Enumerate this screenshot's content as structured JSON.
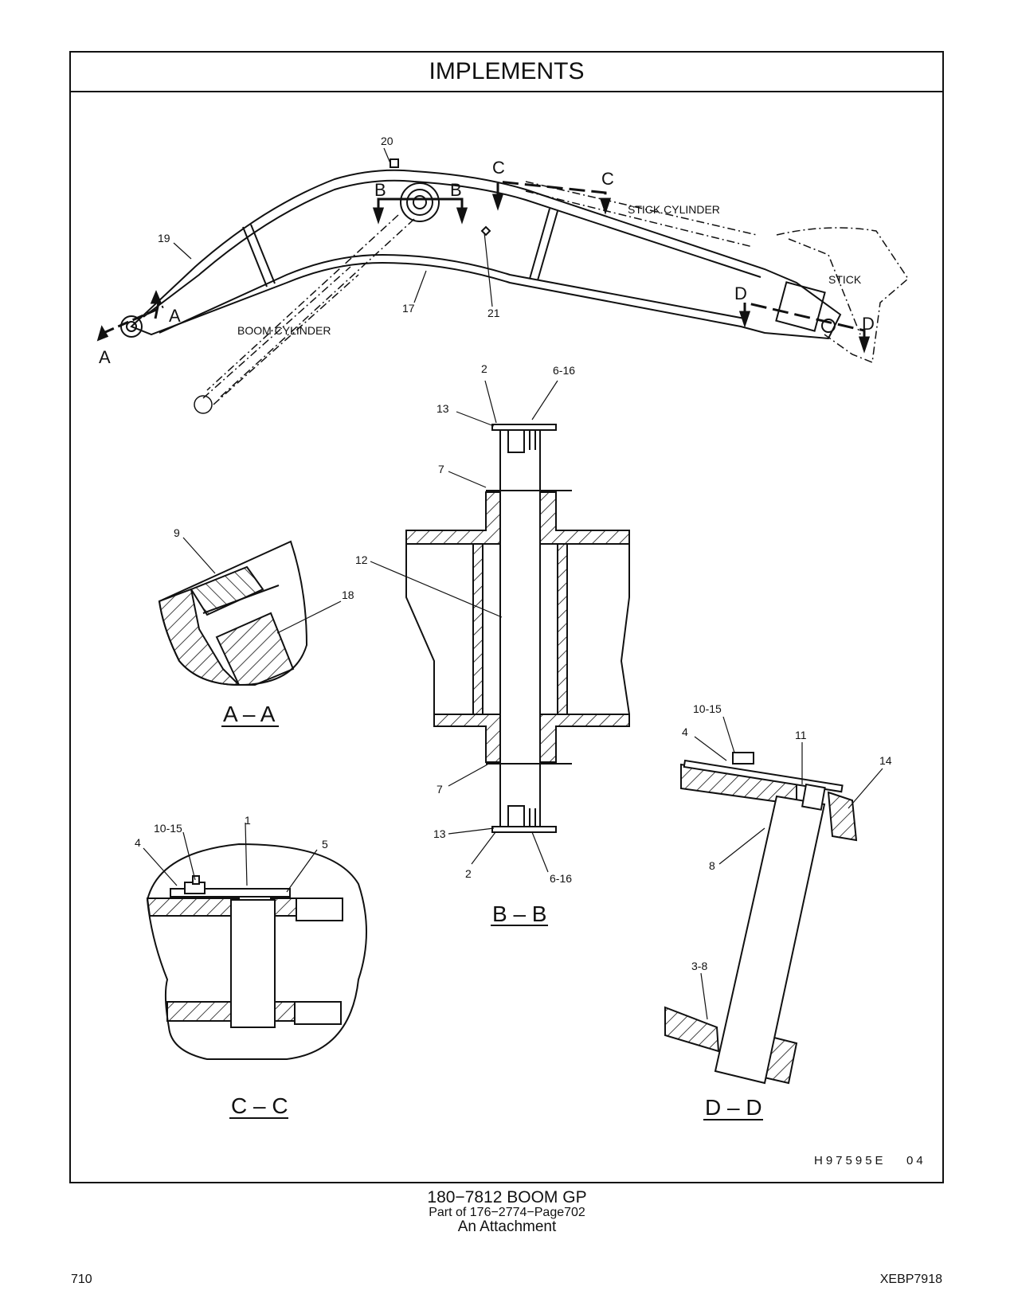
{
  "header": {
    "title": "IMPLEMENTS"
  },
  "callouts": {
    "c20": "20",
    "c19": "19",
    "c17": "17",
    "c21": "21",
    "a_left": "A",
    "a_right": "A",
    "b_left": "B",
    "b_right": "B",
    "c_left": "C",
    "c_right": "C",
    "d_left": "D",
    "d_right": "D",
    "boom_cylinder": "BOOM CYLINDER",
    "stick_cylinder": "STICK CYLINDER",
    "stick": "STICK"
  },
  "bb": {
    "n2_top": "2",
    "n6_16_top": "6-16",
    "n13_top": "13",
    "n7_top": "7",
    "n12": "12",
    "n7_bot": "7",
    "n13_bot": "13",
    "n2_bot": "2",
    "n6_16_bot": "6-16",
    "title": "B – B"
  },
  "aa": {
    "n9": "9",
    "n18": "18",
    "title": "A – A"
  },
  "cc": {
    "n10_15": "10-15",
    "n4": "4",
    "n1": "1",
    "n5": "5",
    "title": "C – C"
  },
  "dd": {
    "n10_15": "10-15",
    "n4": "4",
    "n11": "11",
    "n14": "14",
    "n8": "8",
    "n3_8": "3-8",
    "title": "D – D"
  },
  "illustration_code": "H97595E",
  "illustration_rev": "04",
  "footer": {
    "part_line": "180−7812   BOOM  GP",
    "part_of": "Part of 176−2774−Page702",
    "attachment": "An Attachment",
    "page_number": "710",
    "doc_number": "XEBP7918"
  }
}
